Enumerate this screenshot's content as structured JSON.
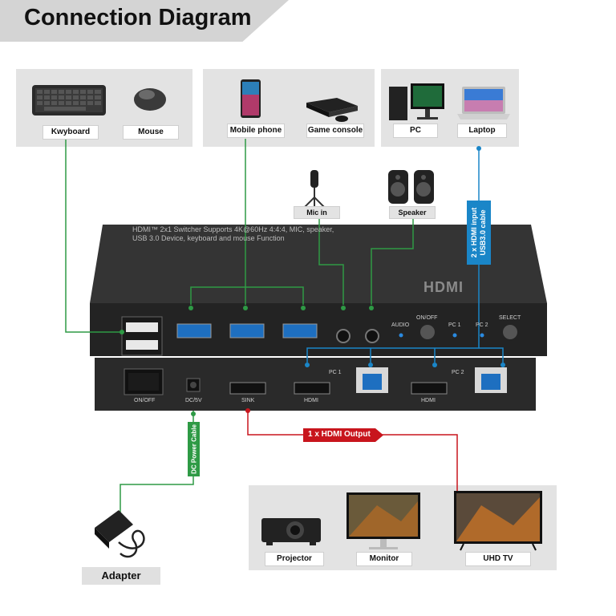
{
  "title": "Connection Diagram",
  "input_groups": {
    "group1": [
      "Kwyboard",
      "Mouse"
    ],
    "group2": [
      "Mobile phone",
      "Game console"
    ],
    "group3": [
      "PC",
      "Laptop"
    ]
  },
  "audio_devices": [
    "Mic in",
    "Speaker"
  ],
  "device": {
    "top_text_line1": "HDMI™ 2x1 Switcher Supports 4K@60Hz 4:4:4, MIC, speaker,",
    "top_text_line2": "USB 3.0 Device, keyboard and mouse Function",
    "front_labels": {
      "audio": "AUDIO",
      "onoff": "ON/OFF",
      "pc1": "PC 1",
      "pc2": "PC 2",
      "select": "SELECT"
    },
    "rear_labels": {
      "onoff": "ON/OFF",
      "dc": "DC/5V",
      "sink": "SINK",
      "pc1": "PC 1",
      "pc2": "PC 2",
      "hdmi1": "HDMI",
      "hdmi2": "HDMI"
    }
  },
  "cable_labels": {
    "input_line1": "2 x HDMI input",
    "input_line2": "USB3.0 cable",
    "output": "1 x HDMI Output",
    "power": "DC Power Cable"
  },
  "outputs": [
    "Projector",
    "Monitor",
    "UHD TV"
  ],
  "adapter": "Adapter",
  "colors": {
    "green": "#2e9a45",
    "blue": "#1a86c8",
    "red": "#c8151d",
    "panel": "#e3e3e3"
  },
  "icons": [
    "keyboard-icon",
    "mouse-icon",
    "mobile-phone-icon",
    "game-console-icon",
    "pc-icon",
    "laptop-icon",
    "microphone-icon",
    "speaker-icon",
    "projector-icon",
    "monitor-icon",
    "tv-icon",
    "adapter-icon"
  ]
}
